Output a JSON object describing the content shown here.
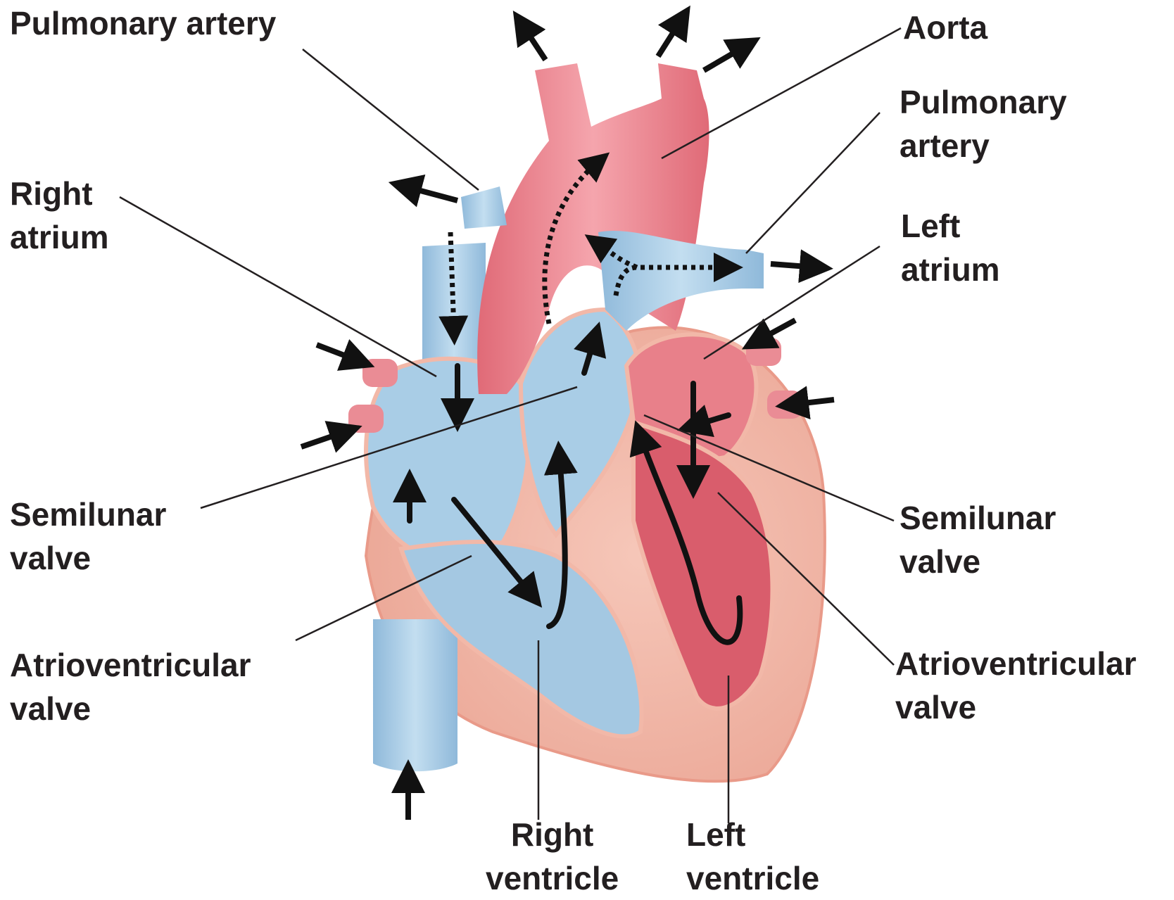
{
  "labels": {
    "pulmonary_artery_left": [
      "Pulmonary artery"
    ],
    "right_atrium": [
      "Right",
      "atrium"
    ],
    "semilunar_valve_left": [
      "Semilunar",
      "valve"
    ],
    "av_valve_left": [
      "Atrioventricular",
      "valve"
    ],
    "aorta": [
      "Aorta"
    ],
    "pulmonary_artery_right": [
      "Pulmonary",
      "artery"
    ],
    "left_atrium": [
      "Left",
      "atrium"
    ],
    "semilunar_valve_right": [
      "Semilunar",
      "valve"
    ],
    "av_valve_right": [
      "Atrioventricular",
      "valve"
    ],
    "right_ventricle": [
      "Right",
      "ventricle"
    ],
    "left_ventricle": [
      "Left",
      "ventricle"
    ]
  },
  "colors": {
    "deoxygenated_blue": "#a9cde6",
    "oxygenated_red": "#e8808a",
    "muscle_salmon": "#f2b8a8",
    "leader_line": "#231f20",
    "arrow": "#111111"
  }
}
